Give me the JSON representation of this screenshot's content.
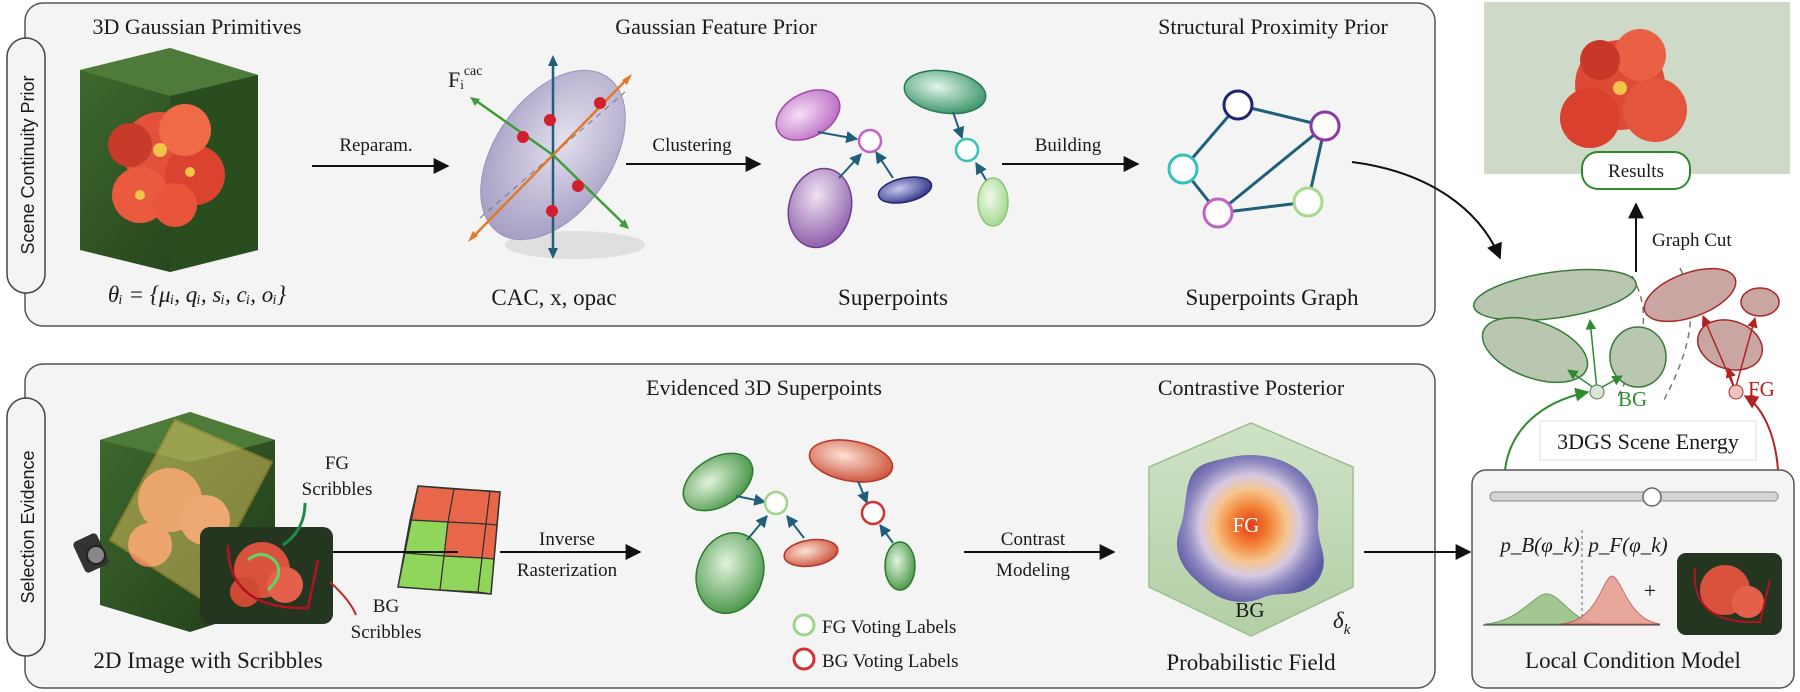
{
  "top_panel": {
    "side_label": "Scene Continuity Prior",
    "gaussian_primitives": {
      "title": "3D Gaussian Primitives",
      "formula": "θᵢ = {μᵢ, qᵢ, sᵢ, cᵢ, oᵢ}",
      "arrow_label": "Reparam."
    },
    "feature_prior": {
      "title": "Gaussian Feature Prior",
      "feature_symbol": "Fᵢ",
      "feature_superscript": "cac",
      "caption": "CAC, x, opac",
      "arrow_label": "Clustering"
    },
    "superpoints": {
      "caption": "Superpoints",
      "arrow_label": "Building"
    },
    "proximity_prior": {
      "title": "Structural Proximity Prior",
      "caption": "Superpoints Graph"
    }
  },
  "bottom_panel": {
    "side_label": "Selection Evidence",
    "image_section": {
      "caption": "2D Image with Scribbles",
      "fg_scribbles_line1": "FG",
      "fg_scribbles_line2": "Scribbles",
      "bg_scribbles_line1": "BG",
      "bg_scribbles_line2": "Scribbles"
    },
    "inverse_rasterization": {
      "line1": "Inverse",
      "line2": "Rasterization"
    },
    "evidenced_superpoints": {
      "title": "Evidenced 3D Superpoints",
      "legend_fg": "FG Voting Labels",
      "legend_bg": "BG Voting Labels"
    },
    "contrast_modeling": {
      "line1": "Contrast",
      "line2": "Modeling"
    },
    "contrastive_posterior": {
      "title": "Contrastive Posterior",
      "fg_label": "FG",
      "bg_label": "BG",
      "delta_symbol": "δ",
      "delta_subscript": "k",
      "caption": "Probabilistic Field"
    }
  },
  "right_column": {
    "results_label": "Results",
    "graph_cut_label": "Graph Cut",
    "bg_label": "BG",
    "fg_label": "FG",
    "scene_energy_label": "3DGS Scene Energy",
    "local_condition": {
      "caption": "Local Condition Model",
      "pb_label": "p_B(φ_k)",
      "pf_label": "p_F(φ_k)",
      "plus": "+"
    }
  },
  "colors": {
    "panel_fill": "#f4f4f4",
    "panel_stroke": "#555555",
    "fg_red": "#c0282c",
    "bg_green": "#3a8a3a",
    "graph_edge": "#1f5f7a",
    "arrow": "#111111"
  }
}
